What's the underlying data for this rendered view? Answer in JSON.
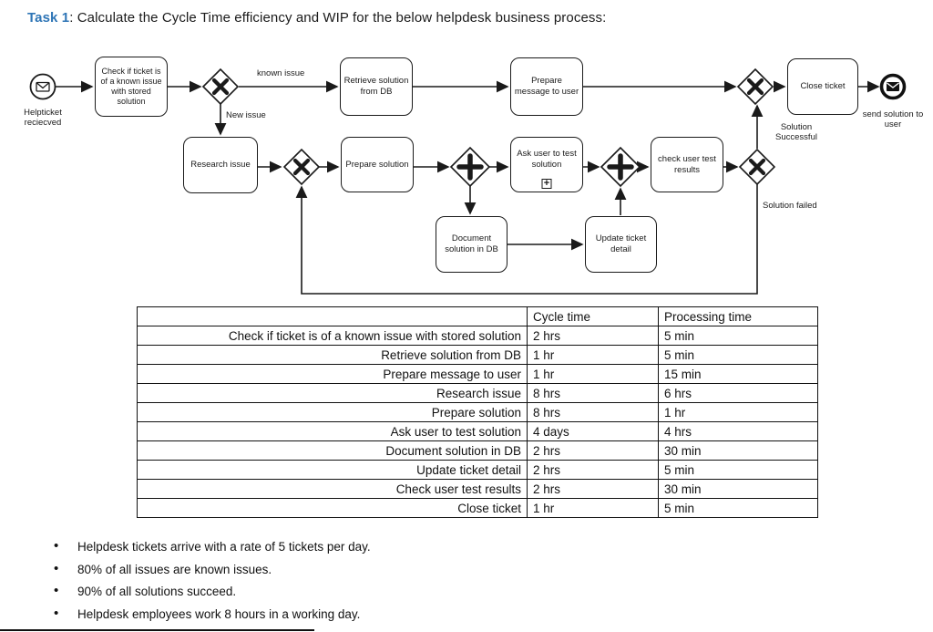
{
  "title": {
    "task_label": "Task 1",
    "task_text": ": Calculate the Cycle Time efficiency and WIP for the below helpdesk business process:"
  },
  "colors": {
    "task_label_blue": "#2E75B6",
    "diagram_stroke": "#1a1a1a"
  },
  "icons": {
    "subprocess_plus": "+"
  },
  "diagram": {
    "start_event_label": "Helpticket reciecved",
    "end_event_label": "send solution to user",
    "tasks": {
      "check_known": "Check if ticket is of a known issue with stored solution",
      "retrieve_solution": "Retrieve solution from DB",
      "prepare_message": "Prepare message to user",
      "close_ticket": "Close ticket",
      "research_issue": "Research issue",
      "prepare_solution": "Prepare solution",
      "ask_user_test": "Ask user to test solution",
      "check_user_results": "check user test results",
      "document_solution": "Document solution in DB",
      "update_ticket": "Update ticket detail"
    },
    "edge_labels": {
      "known_issue": "known issue",
      "new_issue": "New issue",
      "solution_successful": "Solution Successful",
      "solution_failed": "Solution failed"
    }
  },
  "table": {
    "headers": {
      "activity": "",
      "cycle_time": "Cycle time",
      "processing_time": "Processing time"
    },
    "rows": [
      {
        "activity": "Check if ticket is of a known issue with stored solution",
        "cycle_time": "2 hrs",
        "processing_time": "5 min"
      },
      {
        "activity": "Retrieve solution from DB",
        "cycle_time": "1 hr",
        "processing_time": "5 min"
      },
      {
        "activity": "Prepare message to user",
        "cycle_time": "1 hr",
        "processing_time": "15 min"
      },
      {
        "activity": "Research issue",
        "cycle_time": "8 hrs",
        "processing_time": "6 hrs"
      },
      {
        "activity": "Prepare solution",
        "cycle_time": "8 hrs",
        "processing_time": "1 hr"
      },
      {
        "activity": "Ask user to test solution",
        "cycle_time": "4 days",
        "processing_time": "4 hrs"
      },
      {
        "activity": "Document solution in DB",
        "cycle_time": "2 hrs",
        "processing_time": "30 min"
      },
      {
        "activity": "Update ticket detail",
        "cycle_time": "2 hrs",
        "processing_time": "5 min"
      },
      {
        "activity": "Check user test results",
        "cycle_time": "2 hrs",
        "processing_time": "30 min"
      },
      {
        "activity": "Close ticket",
        "cycle_time": "1 hr",
        "processing_time": "5 min"
      }
    ]
  },
  "notes": [
    "Helpdesk tickets arrive with a rate of 5 tickets per day.",
    "80% of all issues are known issues.",
    "90% of all solutions succeed.",
    "Helpdesk employees work 8 hours in a working day."
  ]
}
